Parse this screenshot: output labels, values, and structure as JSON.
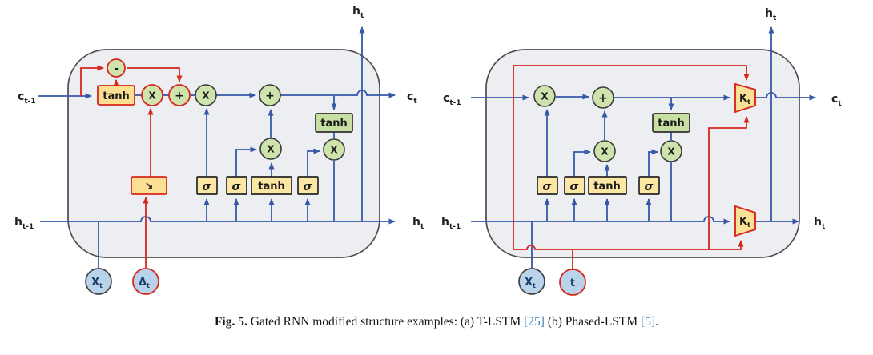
{
  "caption": {
    "figno": "Fig. 5.",
    "body1": " Gated RNN modified structure examples: (a) T-LSTM ",
    "ref1": "[25]",
    "body2": " (b) Phased-LSTM ",
    "ref2": "[5]",
    "period": "."
  },
  "glyphs": {
    "mult": "X",
    "add": "+",
    "minus": "-",
    "tanh": "tanh",
    "sigma": "σ",
    "decay": "↘",
    "K": "K",
    "K_sub": "t"
  },
  "io": {
    "c_prev": {
      "base": "c",
      "sub": "t-1"
    },
    "h_prev": {
      "base": "h",
      "sub": "t-1"
    },
    "c_out": {
      "base": "c",
      "sub": "t"
    },
    "h_out": {
      "base": "h",
      "sub": "t"
    },
    "h_top": {
      "base": "h",
      "sub": "t"
    },
    "x_in": {
      "base": "X",
      "sub": "t"
    },
    "delta_in": {
      "base": "Δ",
      "sub": "t"
    },
    "t_in": {
      "base": "t",
      "sub": ""
    }
  },
  "colors": {
    "line_blue": "#3558a8",
    "line_red": "#d7261d",
    "panel_fill": "#edeef2",
    "panel_border": "#4d4d4d",
    "gate_yellow": "#fbe7a3",
    "node_green": "#cfe3ad",
    "tanh_green": "#c8dfa2",
    "input_blue": "#b9d3eb",
    "kt_fill": "#fbe195",
    "citation_blue": "#3f7fb5"
  }
}
